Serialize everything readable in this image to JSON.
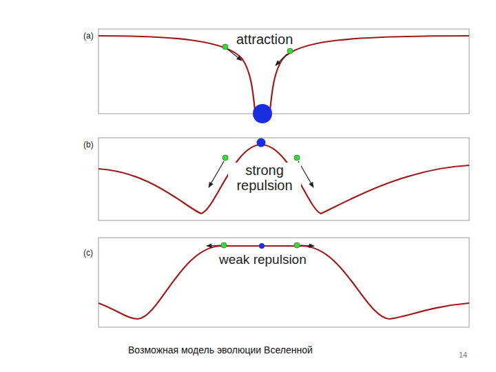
{
  "diagram": {
    "caption": "Возможная модель эволюции Вселенной",
    "labels": [
      "(a)",
      "attraction",
      "(b)",
      "strong repulsion",
      "(c)",
      "weak repulsion",
      "14"
    ]
  }
}
